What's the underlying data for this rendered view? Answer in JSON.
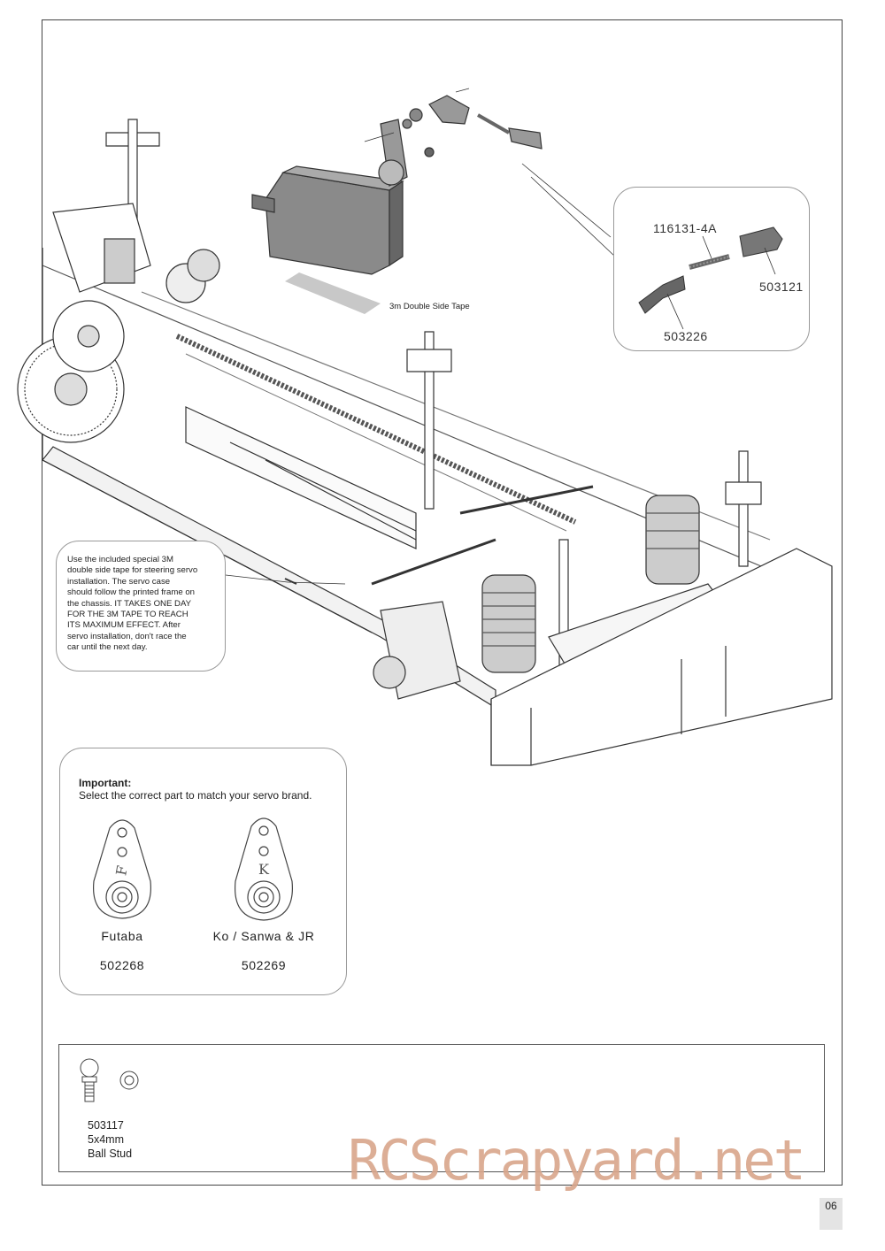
{
  "page": {
    "number": "06",
    "watermark": "RCScrapyard.net"
  },
  "servo_linkage": {
    "parts": {
      "rod": "116131-4A",
      "ball_end": "503121",
      "ball_end_arm": "503226"
    },
    "tape_label": "3m Double Side Tape"
  },
  "tape_note": {
    "lines": [
      "Use the included special 3M",
      "double side tape for steering servo",
      "installation.  The servo case",
      "should follow the printed frame on",
      "the chassis.  IT TAKES ONE DAY",
      "FOR THE 3M TAPE TO REACH",
      "ITS MAXIMUM EFFECT.  After",
      "servo installation, don't race the",
      "car until the next day."
    ]
  },
  "important_box": {
    "heading": "Important:",
    "subtext": "Select the correct part to match your servo brand.",
    "options": [
      {
        "brand": "Futaba",
        "part": "502268",
        "letter": "F"
      },
      {
        "brand": "Ko / Sanwa & JR",
        "part": "502269",
        "letter": "K"
      }
    ]
  },
  "parts_bag": {
    "item_number": "503117",
    "size": "5x4mm",
    "name": "Ball Stud"
  }
}
